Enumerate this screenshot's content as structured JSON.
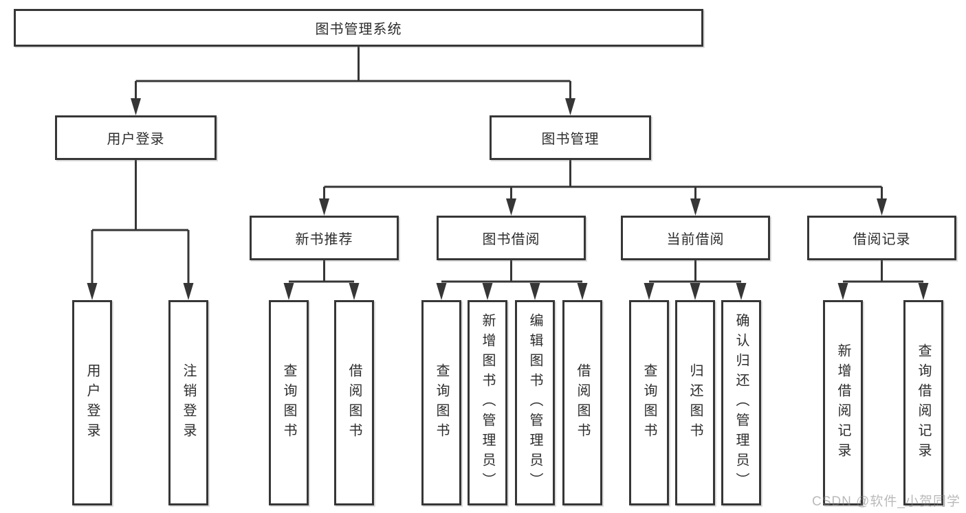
{
  "diagram": {
    "type": "tree",
    "root": {
      "label": "图书管理系统",
      "children": [
        {
          "label": "用户登录",
          "children": [
            {
              "label": "用户登录"
            },
            {
              "label": "注销登录"
            }
          ]
        },
        {
          "label": "图书管理",
          "children": [
            {
              "label": "新书推荐",
              "children": [
                {
                  "label": "查询图书"
                },
                {
                  "label": "借阅图书"
                }
              ]
            },
            {
              "label": "图书借阅",
              "children": [
                {
                  "label": "查询图书"
                },
                {
                  "label": "新增图书（管理员）"
                },
                {
                  "label": "编辑图书（管理员）"
                },
                {
                  "label": "借阅图书"
                }
              ]
            },
            {
              "label": "当前借阅",
              "children": [
                {
                  "label": "查询图书"
                },
                {
                  "label": "归还图书"
                },
                {
                  "label": "确认归还（管理员）"
                }
              ]
            },
            {
              "label": "借阅记录",
              "children": [
                {
                  "label": "新增借阅记录"
                },
                {
                  "label": "查询借阅记录"
                }
              ]
            }
          ]
        }
      ]
    },
    "line_color": "#363636",
    "box_fill": "#ffffff",
    "text_color": "#2d2d2d"
  },
  "watermark": {
    "text": "CSDN @软件_小贺同学"
  }
}
